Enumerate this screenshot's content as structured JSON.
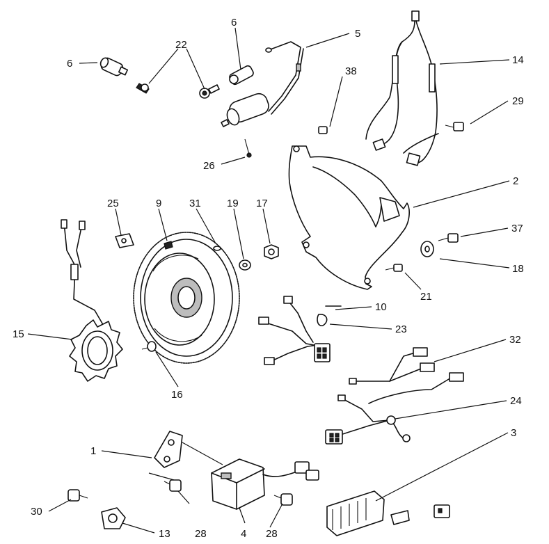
{
  "callouts": {
    "c1": "1",
    "c2": "2",
    "c3": "3",
    "c4": "4",
    "c5": "5",
    "c6a": "6",
    "c6b": "6",
    "c9": "9",
    "c10": "10",
    "c13": "13",
    "c14": "14",
    "c15": "15",
    "c16": "16",
    "c17": "17",
    "c18": "18",
    "c19": "19",
    "c21": "21",
    "c22": "22",
    "c23": "23",
    "c24": "24",
    "c25": "25",
    "c26": "26",
    "c28a": "28",
    "c28b": "28",
    "c29": "29",
    "c30": "30",
    "c31": "31",
    "c32": "32",
    "c37": "37",
    "c38": "38"
  },
  "colors": {
    "line": "#111111",
    "background": "#ffffff",
    "shade": "#bdbdbd"
  }
}
